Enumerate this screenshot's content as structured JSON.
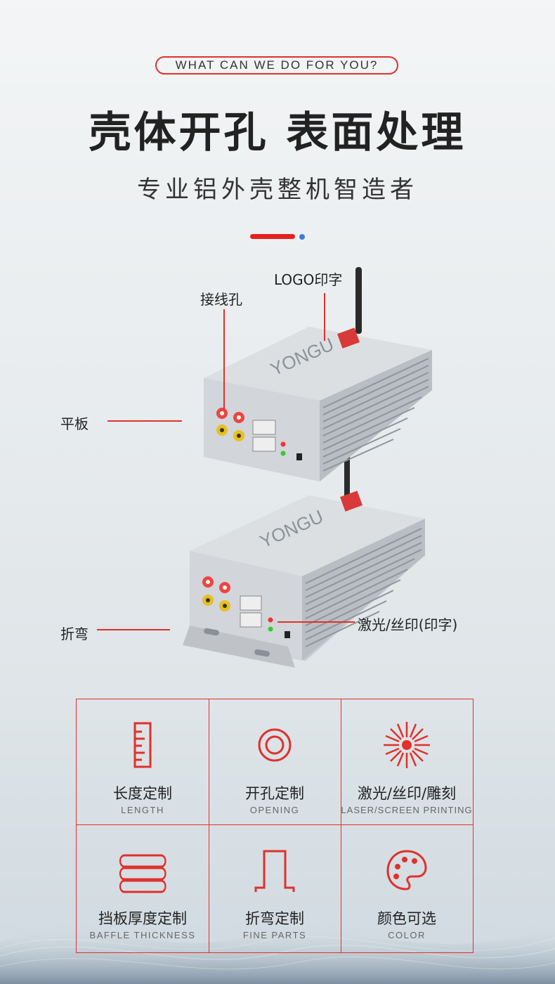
{
  "header": {
    "pill_text": "WHAT CAN WE DO FOR YOU?",
    "title": "壳体开孔 表面处理",
    "subtitle": "专业铝外壳整机智造者"
  },
  "callouts": {
    "logo": "LOGO印字",
    "wiring_hole": "接线孔",
    "flat_plate": "平板",
    "bend": "折弯",
    "laser": "激光/丝印(印字)"
  },
  "device": {
    "brand": "YONGU"
  },
  "features": [
    {
      "cn": "长度定制",
      "en": "LENGTH",
      "icon": "ruler-icon"
    },
    {
      "cn": "开孔定制",
      "en": "OPENING",
      "icon": "concentric-circle-icon"
    },
    {
      "cn": "激光/丝印/雕刻",
      "en": "LASER/SCREEN PRINTING",
      "icon": "laser-burst-icon"
    },
    {
      "cn": "挡板厚度定制",
      "en": "BAFFLE THICKNESS",
      "icon": "stacked-plates-icon"
    },
    {
      "cn": "折弯定制",
      "en": "FINE PARTS",
      "icon": "bend-profile-icon"
    },
    {
      "cn": "颜色可选",
      "en": "COLOR",
      "icon": "palette-icon"
    }
  ],
  "colors": {
    "accent": "#e0312b",
    "accent_dot": "#3b7ddd"
  }
}
